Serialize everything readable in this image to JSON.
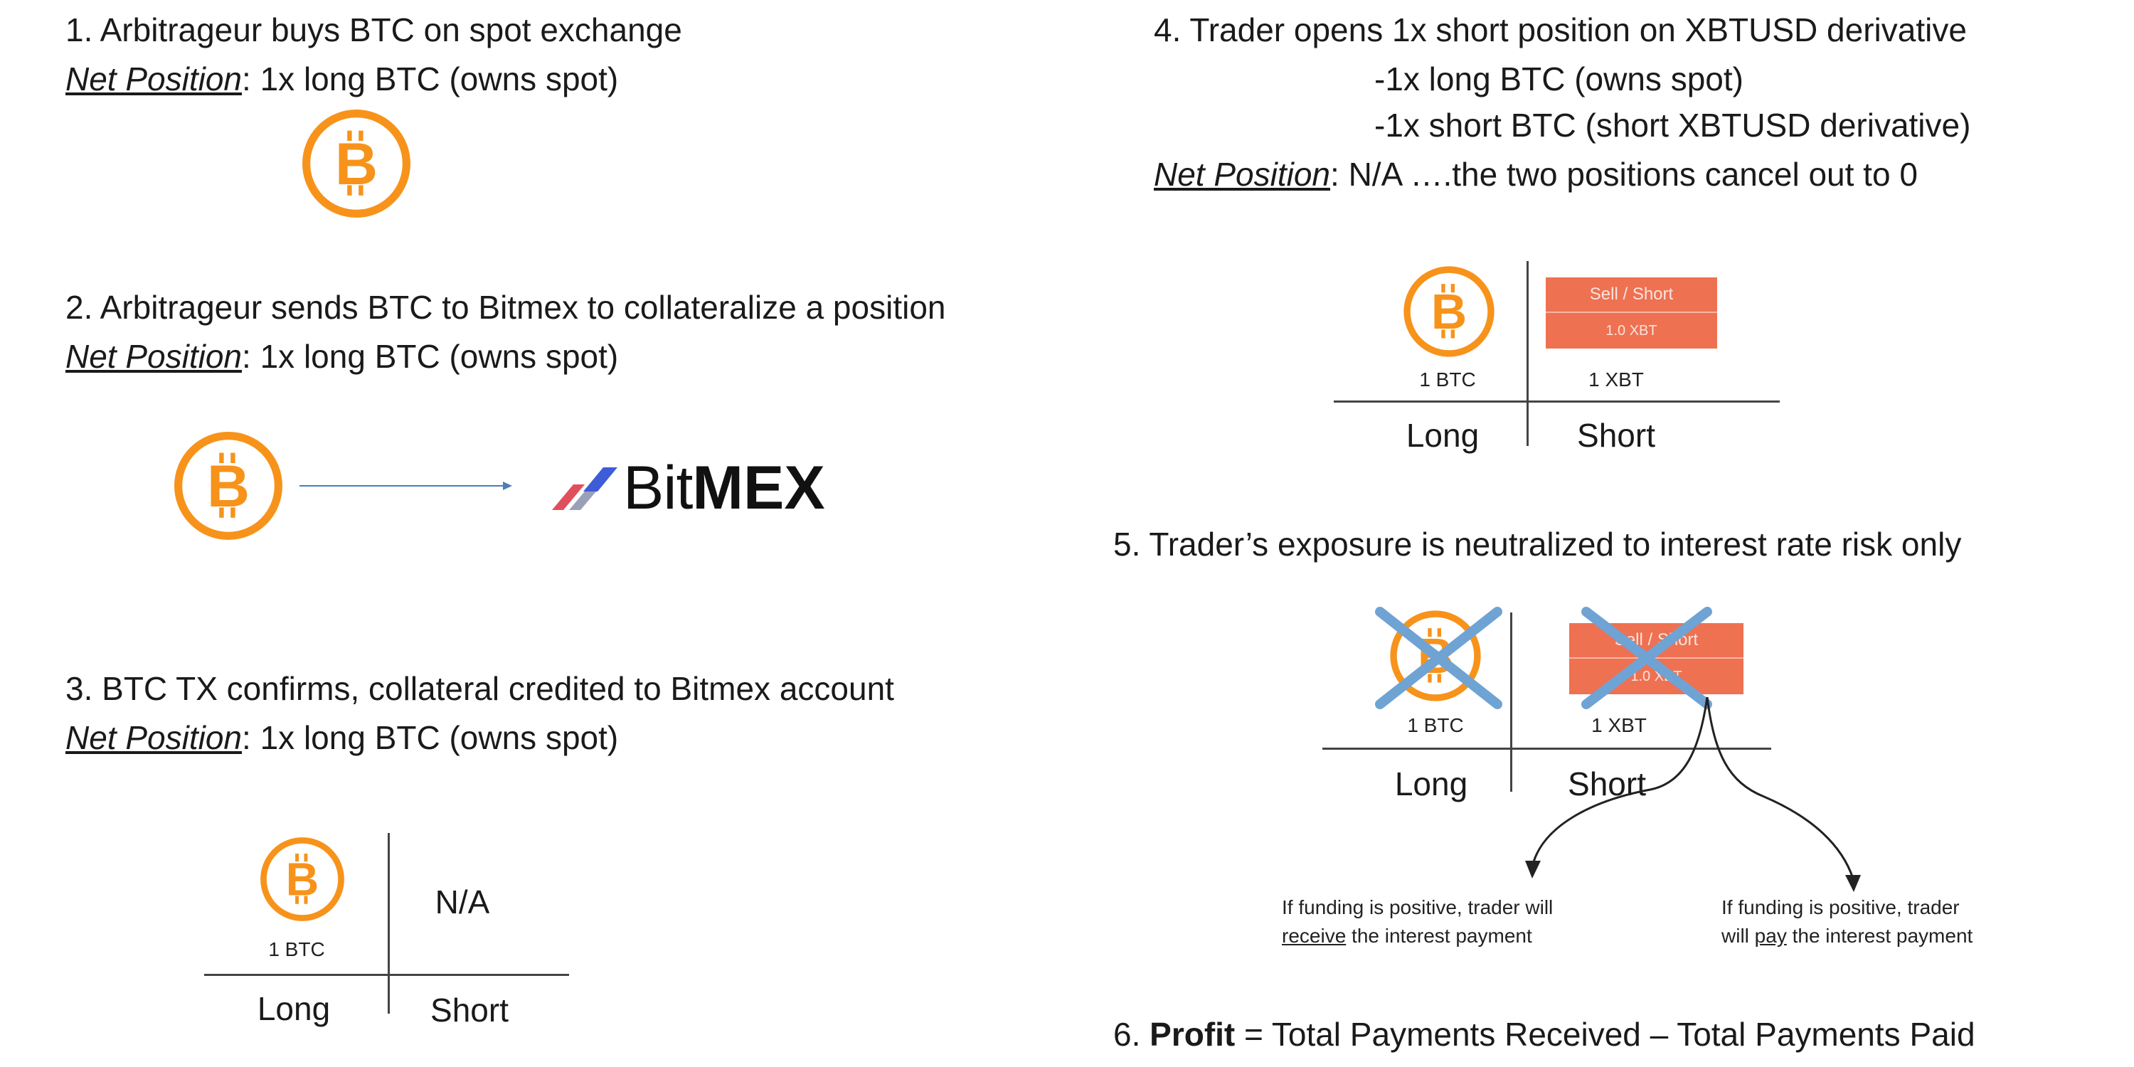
{
  "step1": {
    "title": "1.   Arbitrageur buys BTC on spot exchange",
    "net_label": "Net Position",
    "net_value": ": 1x long BTC (owns spot)"
  },
  "step2": {
    "title": "2. Arbitrageur sends BTC to Bitmex to collateralize a position",
    "net_label": "Net Position",
    "net_value": ": 1x long BTC (owns spot)",
    "logo_text_light": "Bit",
    "logo_text_bold": "MEX"
  },
  "step3": {
    "title": "3. BTC TX confirms, collateral credited to Bitmex account",
    "net_label": "Net Position",
    "net_value": ": 1x long BTC (owns spot)",
    "table": {
      "btc_label": "1 BTC",
      "short_value": "N/A",
      "long": "Long",
      "short": "Short"
    }
  },
  "step4": {
    "title": "4. Trader opens 1x short position on XBTUSD derivative",
    "line1": "-1x long BTC (owns spot)",
    "line2": "-1x short BTC (short XBTUSD derivative)",
    "net_label": "Net Position",
    "net_value": ": N/A ….the two positions cancel out to 0",
    "table": {
      "btc_label": "1 BTC",
      "xbt_label": "1 XBT",
      "sell_label": "Sell / Short",
      "sell_amount": "1.0 XBT",
      "long": "Long",
      "short": "Short"
    }
  },
  "step5": {
    "title": "5. Trader’s exposure is neutralized to interest rate risk only",
    "table": {
      "btc_label": "1 BTC",
      "xbt_label": "1 XBT",
      "sell_label": "Sell / Short",
      "sell_amount": "1.0 XBT",
      "long": "Long",
      "short": "Short"
    },
    "left_note": {
      "line1": "If funding is positive, trader will",
      "emph": "receive",
      "rest": " the interest payment"
    },
    "right_note": {
      "line1": "If funding is positive, trader",
      "pre": "will ",
      "emph": "pay",
      "rest": " the interest payment"
    }
  },
  "step6": {
    "num": "6. ",
    "bold": "Profit",
    "rest": " = Total Payments Received – Total Payments Paid"
  },
  "colors": {
    "bitcoin": "#F7931A",
    "sell": "#EE7152",
    "cross": "#6FA3D4"
  }
}
